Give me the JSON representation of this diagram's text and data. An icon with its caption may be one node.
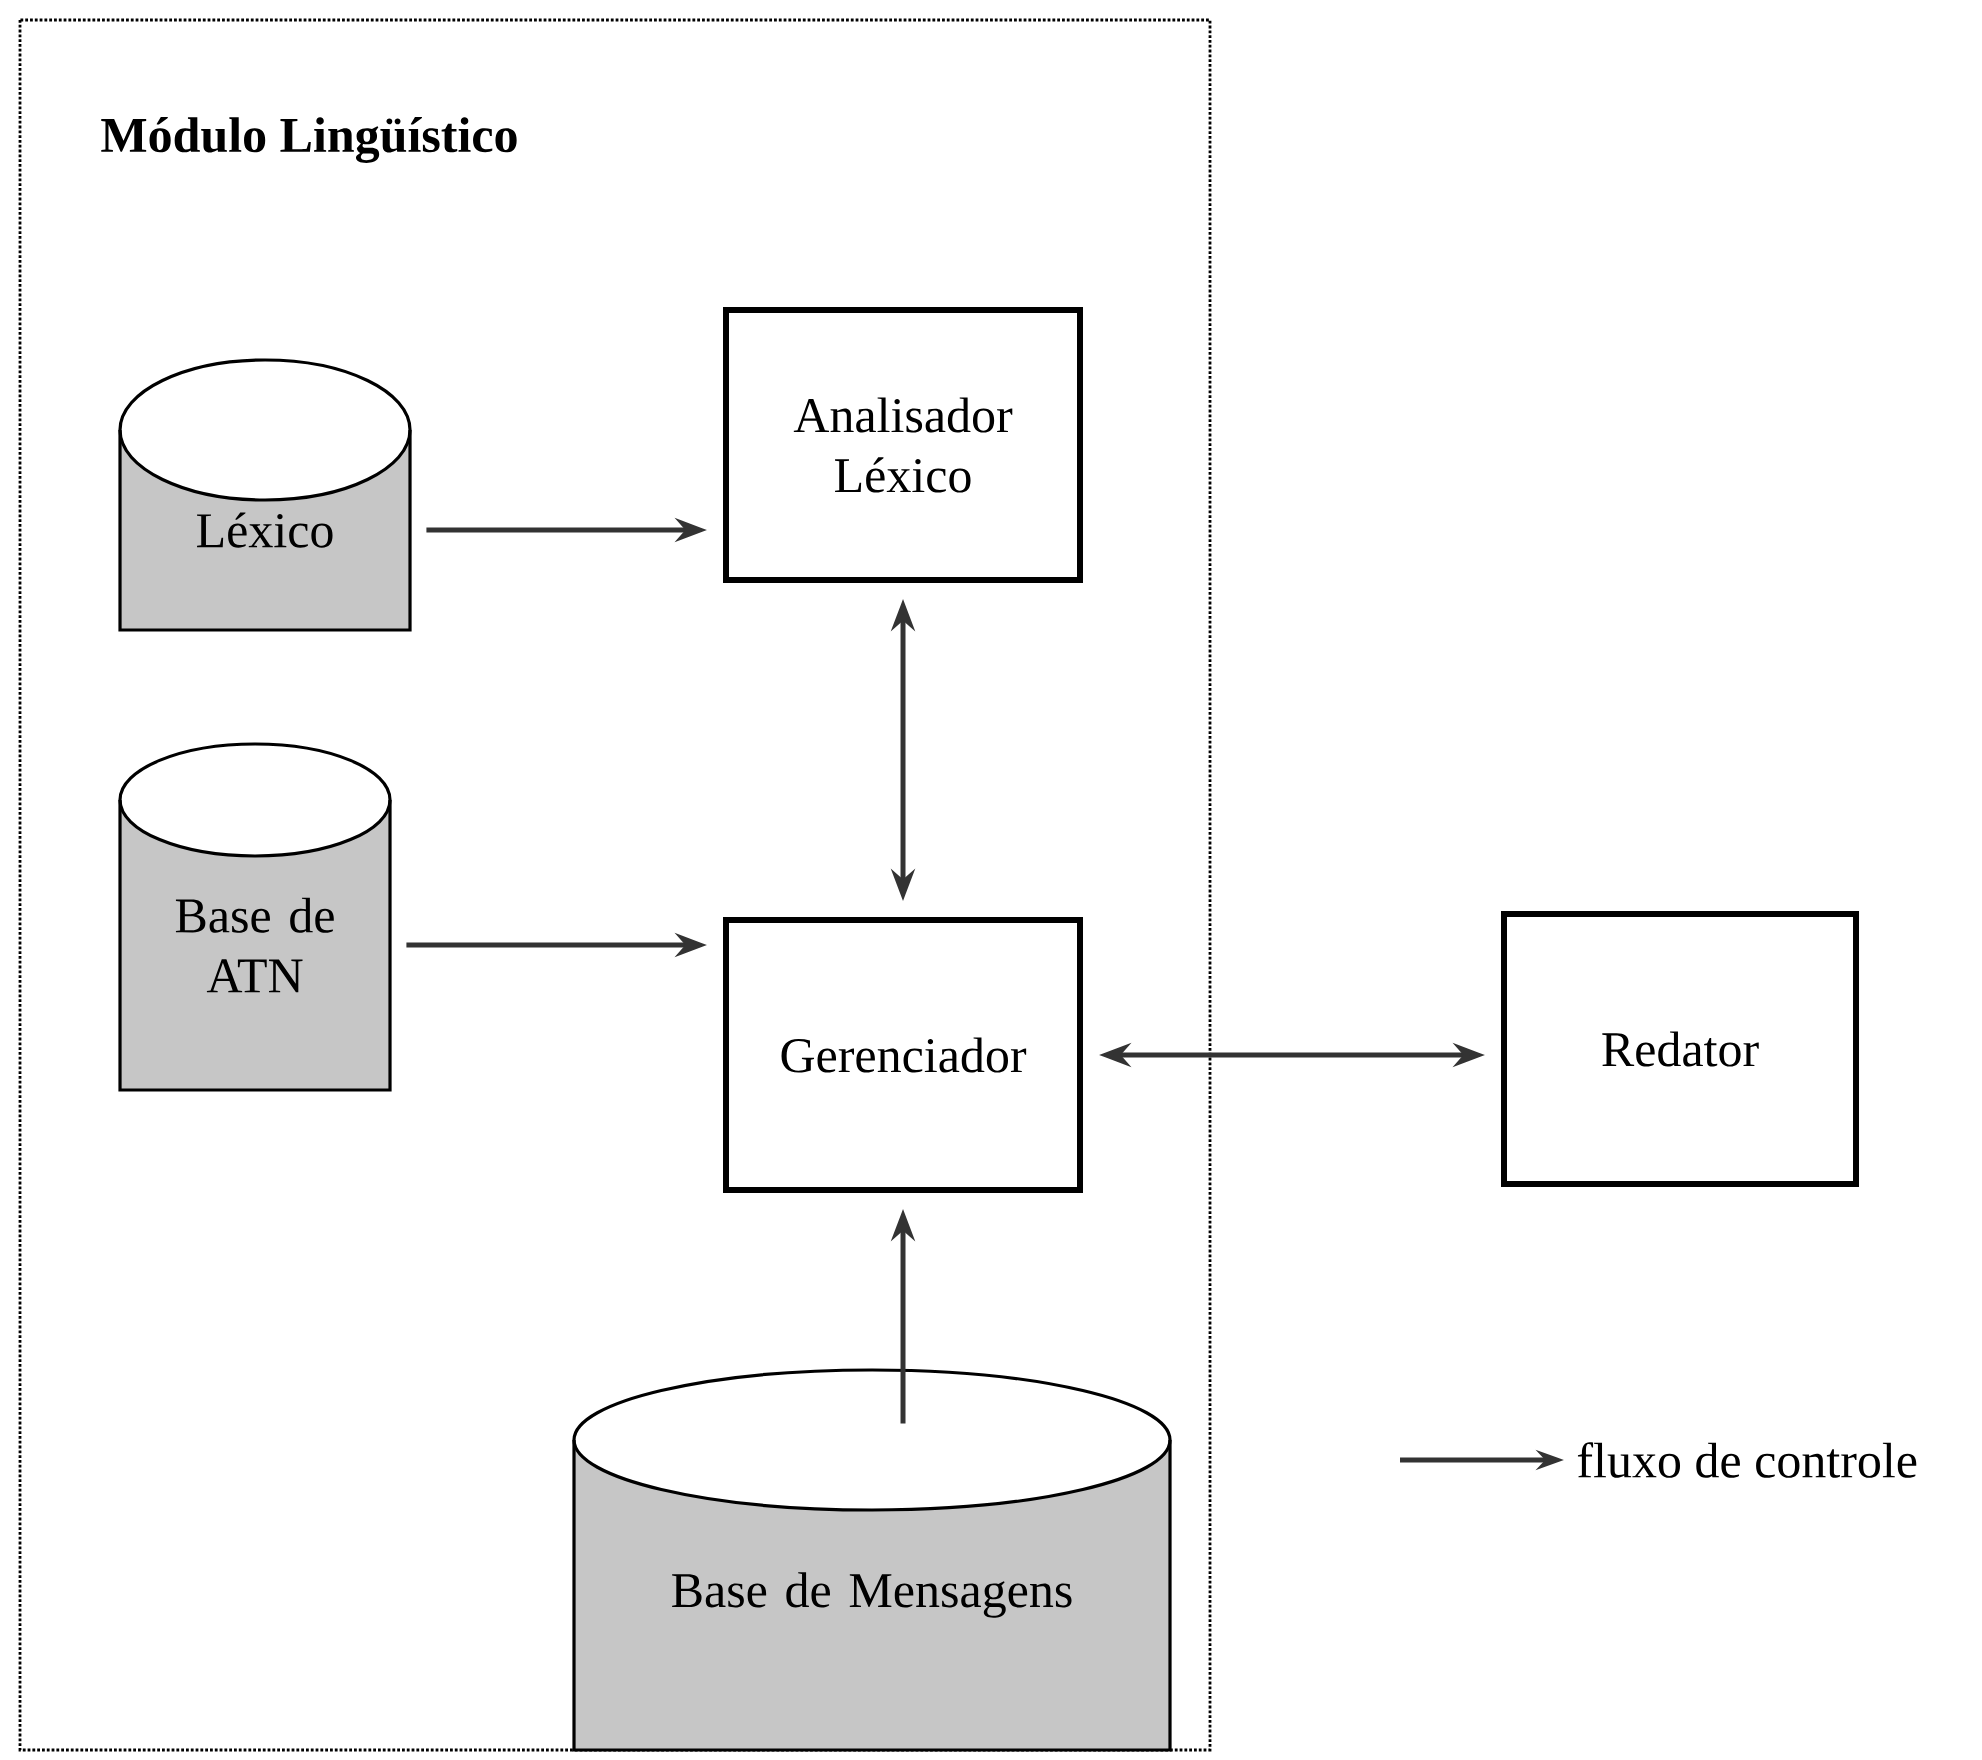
{
  "diagram": {
    "nodes": [
      {
        "text": [
          "Módulo Lingüístico"
        ]
      },
      {
        "text": [
          "Léxico"
        ],
        "in": 0
      },
      {
        "text": [
          "Analisador Léxico"
        ],
        "in": 0
      },
      {
        "text": [
          "Base de ATN"
        ],
        "in": 0
      },
      {
        "text": [
          "Gerenciador"
        ],
        "in": 0
      },
      {
        "text": [
          "Redator"
        ]
      },
      {
        "text": [
          "Base de Mensagens"
        ],
        "in": 0
      }
    ],
    "edges": [
      {
        "from": 1,
        "to": 2,
        "arrow": "to"
      },
      {
        "from": 2,
        "to": 4,
        "arrow": "both"
      },
      {
        "from": 3,
        "to": 4,
        "arrow": "to"
      },
      {
        "from": 4,
        "to": 5,
        "arrow": "both"
      },
      {
        "from": 6,
        "to": 4,
        "arrow": "to"
      }
    ],
    "legend": [
      {
        "text": "fluxo de controle"
      }
    ]
  }
}
